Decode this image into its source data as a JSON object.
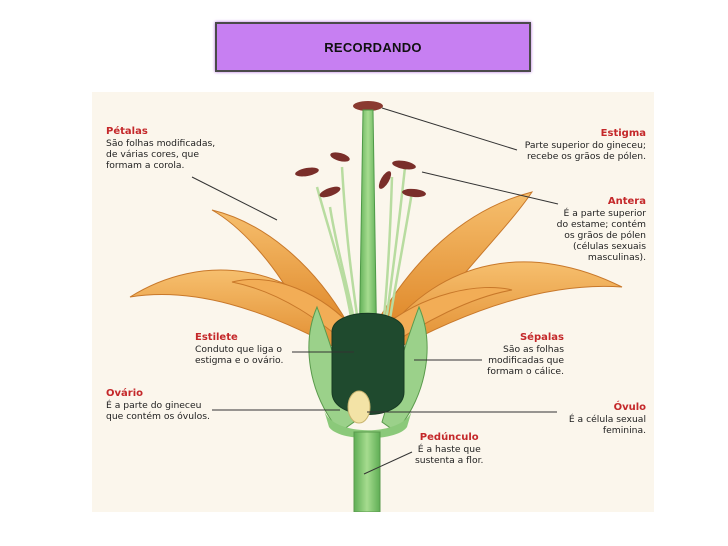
{
  "title": "RECORDANDO",
  "labels": {
    "petalas": {
      "head": "Pétalas",
      "body": "São folhas modificadas,\nde várias cores, que\nformam a corola."
    },
    "estigma": {
      "head": "Estigma",
      "body": "Parte superior do gineceu;\nrecebe os grãos de pólen."
    },
    "antera": {
      "head": "Antera",
      "body": "É a parte superior\ndo estame; contém\nos grãos de pólen\n(células sexuais\nmasculinas)."
    },
    "estilete": {
      "head": "Estilete",
      "body": "Conduto que liga o\nestigma e o ovário."
    },
    "sepalas": {
      "head": "Sépalas",
      "body": "São as folhas\nmodificadas que\nformam o cálice."
    },
    "ovario": {
      "head": "Ovário",
      "body": "É a parte do gineceu\nque contém os óvulos."
    },
    "ovulo": {
      "head": "Óvulo",
      "body": "É a célula sexual\nfeminina."
    },
    "pedunculo": {
      "head": "Pedúnculo",
      "body": "É a haste que\nsustenta a flor."
    }
  },
  "colors": {
    "title_bg": "#c77ff2",
    "label_head": "#c4282a",
    "petal": "#eda24a",
    "stem": "#7cc46a",
    "anther": "#7a2e2a",
    "ovary": "#1f4a2e"
  }
}
